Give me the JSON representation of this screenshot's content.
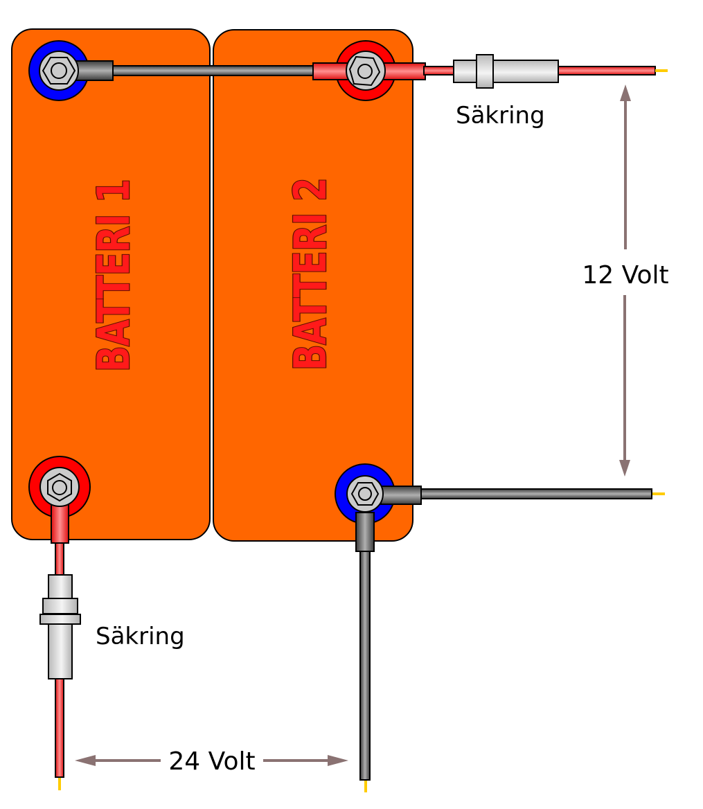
{
  "diagram": {
    "title": "Series connection of two batteries",
    "batteries": [
      {
        "id": "battery-1",
        "label": "BATTERI 1"
      },
      {
        "id": "battery-2",
        "label": "BATTERI 2"
      }
    ],
    "fuse_labels": {
      "top": "Säkring",
      "bottom": "Säkring"
    },
    "voltage_labels": {
      "single": "12 Volt",
      "series": "24 Volt"
    },
    "colors": {
      "battery_body": "#ff6600",
      "positive_terminal": "#ff0000",
      "negative_terminal": "#0000ff",
      "positive_wire": "#ff4444",
      "negative_wire": "#606060",
      "fuse_body": "#d8d8d8",
      "nut": "#cccccc",
      "dimension_arrow": "#8a7272",
      "wire_tip": "#ffcc00"
    },
    "terminals": [
      {
        "battery": "battery-1",
        "polarity": "negative",
        "position": "top"
      },
      {
        "battery": "battery-1",
        "polarity": "positive",
        "position": "bottom"
      },
      {
        "battery": "battery-2",
        "polarity": "positive",
        "position": "top"
      },
      {
        "battery": "battery-2",
        "polarity": "negative",
        "position": "bottom"
      }
    ]
  }
}
